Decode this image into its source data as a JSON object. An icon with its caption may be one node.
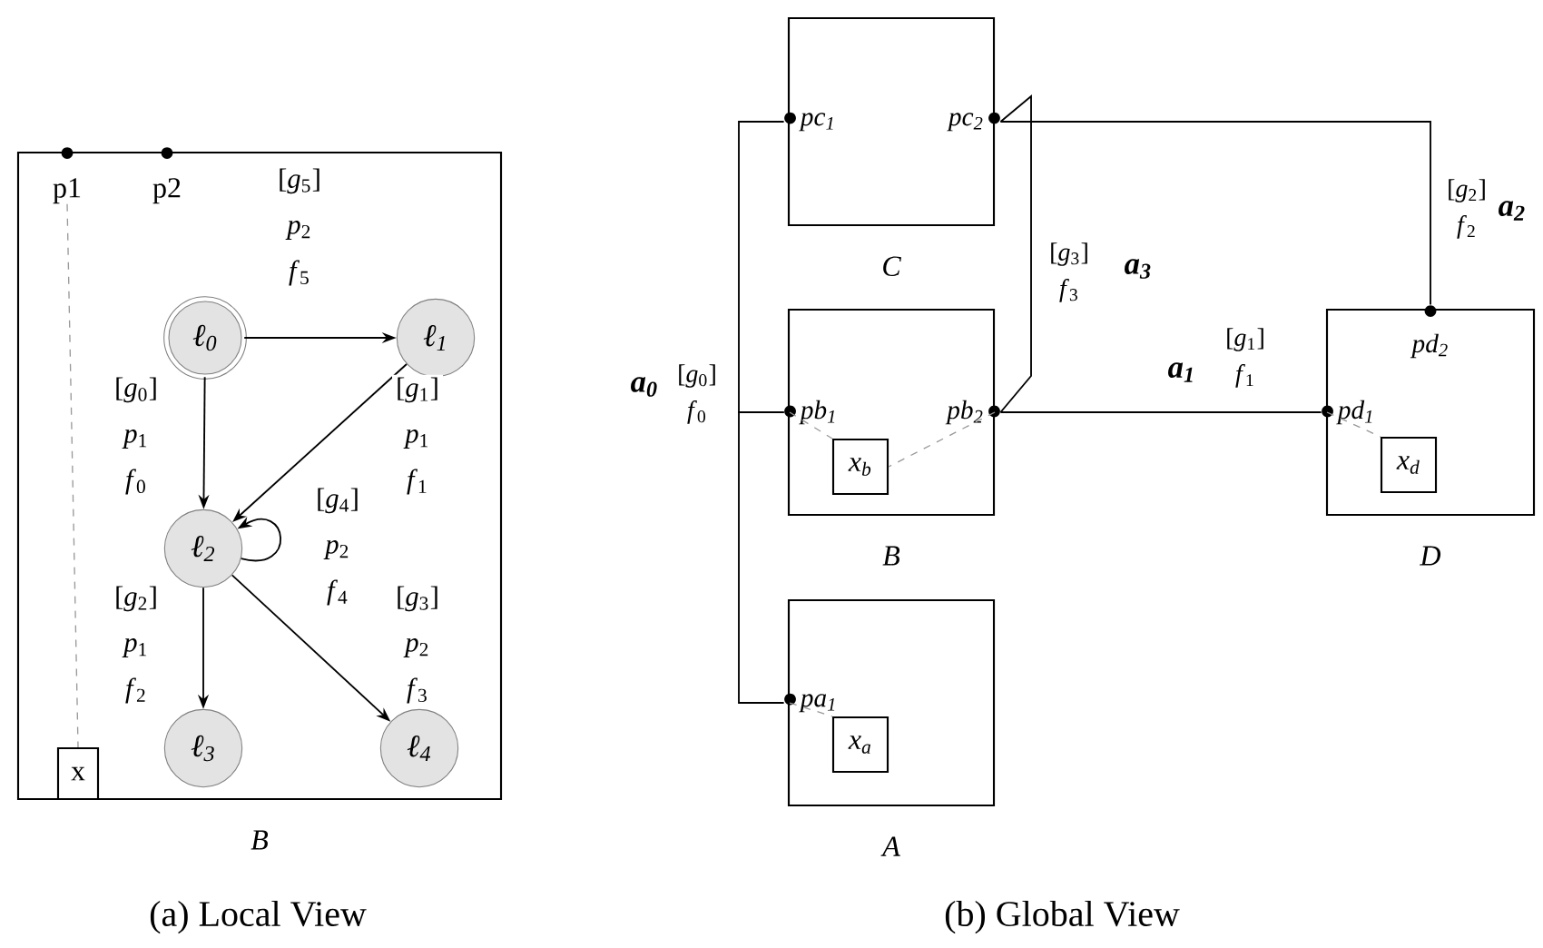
{
  "diagram": {
    "nodes": [
      {
        "text": [
          "B"
        ]
      },
      {
        "text": [
          "p1"
        ]
      },
      {
        "text": [
          "p2"
        ]
      },
      {
        "text": [
          "ℓ$_{0}$"
        ],
        "in": 0
      },
      {
        "text": [
          "ℓ$_{1}$"
        ],
        "in": 0
      },
      {
        "text": [
          "ℓ$_{2}$"
        ],
        "in": 0
      },
      {
        "text": [
          "ℓ$_{3}$"
        ],
        "in": 0
      },
      {
        "text": [
          "ℓ$_{4}$"
        ],
        "in": 0
      },
      {
        "text": [
          "x"
        ],
        "in": 0
      },
      {
        "text": [
          "C"
        ]
      },
      {
        "text": [
          "pc$_{1}$"
        ],
        "in": 9
      },
      {
        "text": [
          "pc$_{2}$"
        ],
        "in": 9
      },
      {
        "text": [
          "B"
        ]
      },
      {
        "text": [
          "pb$_{1}$"
        ],
        "in": 12
      },
      {
        "text": [
          "pb$_{2}$"
        ],
        "in": 12
      },
      {
        "text": [
          "x$_{b}$"
        ],
        "in": 12
      },
      {
        "text": [
          "A"
        ]
      },
      {
        "text": [
          "pa$_{1}$"
        ],
        "in": 16
      },
      {
        "text": [
          "x$_{a}$"
        ],
        "in": 16
      },
      {
        "text": [
          "D"
        ]
      },
      {
        "text": [
          "pd$_{2}$"
        ],
        "in": 19
      },
      {
        "text": [
          "pd$_{1}$"
        ],
        "in": 19
      },
      {
        "text": [
          "x$_{d}$"
        ],
        "in": 19
      }
    ],
    "edges": [
      {
        "from": 3,
        "to": 4,
        "arrow": "to",
        "label": "[*g*$_{5}$] *p*$_{2}$ *f*$_{5}$"
      },
      {
        "from": 3,
        "to": 5,
        "arrow": "to",
        "label": "[*g*$_{0}$] *p*$_{1}$ *f*$_{0}$"
      },
      {
        "from": 4,
        "to": 5,
        "arrow": "to",
        "label": "[*g*$_{1}$] *p*$_{1}$ *f*$_{1}$"
      },
      {
        "from": 5,
        "to": 5,
        "arrow": "to",
        "label": "[*g*$_{4}$] *p*$_{2}$ *f*$_{4}$"
      },
      {
        "from": 5,
        "to": 6,
        "arrow": "to",
        "label": "[*g*$_{2}$] *p*$_{1}$ *f*$_{2}$"
      },
      {
        "from": 5,
        "to": 7,
        "arrow": "to",
        "label": "[*g*$_{3}$] *p*$_{2}$ *f*$_{3}$"
      },
      {
        "from": 1,
        "to": 8,
        "arrow": "none",
        "style": "dashed",
        "color": "#999999"
      },
      {
        "from": 13,
        "to": 10,
        "arrow": "none",
        "label": "[*g*$_{0}$] *f*$_{0}$"
      },
      {
        "from": 13,
        "to": 17,
        "arrow": "none"
      },
      {
        "from": 14,
        "to": 21,
        "arrow": "none",
        "label": "[*g*$_{1}$] *f*$_{1}$"
      },
      {
        "from": 11,
        "to": 20,
        "arrow": "none",
        "label": "[*g*$_{2}$] *f*$_{2}$"
      },
      {
        "from": 14,
        "to": 11,
        "arrow": "none",
        "label": "[*g*$_{3}$] *f*$_{3}$"
      },
      {
        "from": 13,
        "to": 15,
        "arrow": "none",
        "style": "dashed",
        "color": "#999999"
      },
      {
        "from": 14,
        "to": 15,
        "arrow": "none",
        "style": "dashed",
        "color": "#999999"
      },
      {
        "from": 17,
        "to": 18,
        "arrow": "none",
        "style": "dashed",
        "color": "#999999"
      },
      {
        "from": 21,
        "to": 22,
        "arrow": "none",
        "style": "dashed",
        "color": "#999999"
      }
    ],
    "labels": [
      "a$_{0}$",
      "a$_{1}$",
      "a$_{2}$",
      "a$_{3}$",
      "(a) Local View",
      "(b) Global View"
    ]
  }
}
